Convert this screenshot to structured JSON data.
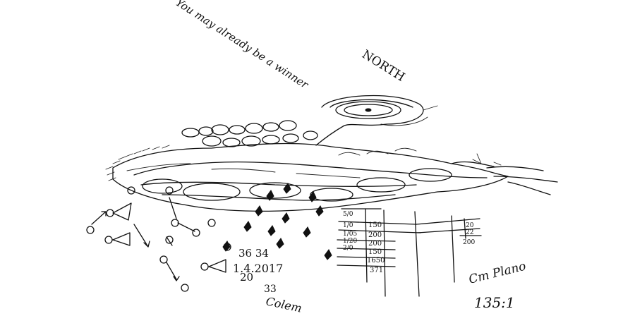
{
  "texts": {
    "slogan": "You may already be a winner",
    "north": "NORTH",
    "numbers": "36  34",
    "date": "1.4.2017",
    "year_left": "20",
    "name_number": "33",
    "name": "Colem",
    "signature": "Cm Plano",
    "ratio": "135:1"
  },
  "table": {
    "col1": [
      "5/0",
      "1/0",
      "1/05",
      "1/20",
      "2/0"
    ],
    "col2": [
      "150",
      "200",
      "200",
      "150",
      "1650",
      "371"
    ],
    "col3": [
      "20",
      "22",
      "200"
    ]
  }
}
